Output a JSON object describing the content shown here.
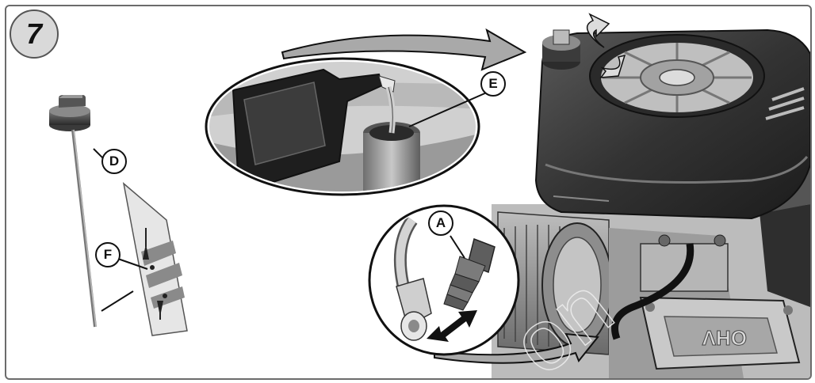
{
  "figure": {
    "number": "7"
  },
  "callouts": {
    "a": "A",
    "d": "D",
    "e": "E",
    "f": "F"
  },
  "colors": {
    "frame": "#6b6b6b",
    "badge": "#d9d9d9",
    "engine_dark": "#2b2b2b",
    "engine_mid": "#5a5a5a",
    "metal": "#9a9a9a"
  }
}
